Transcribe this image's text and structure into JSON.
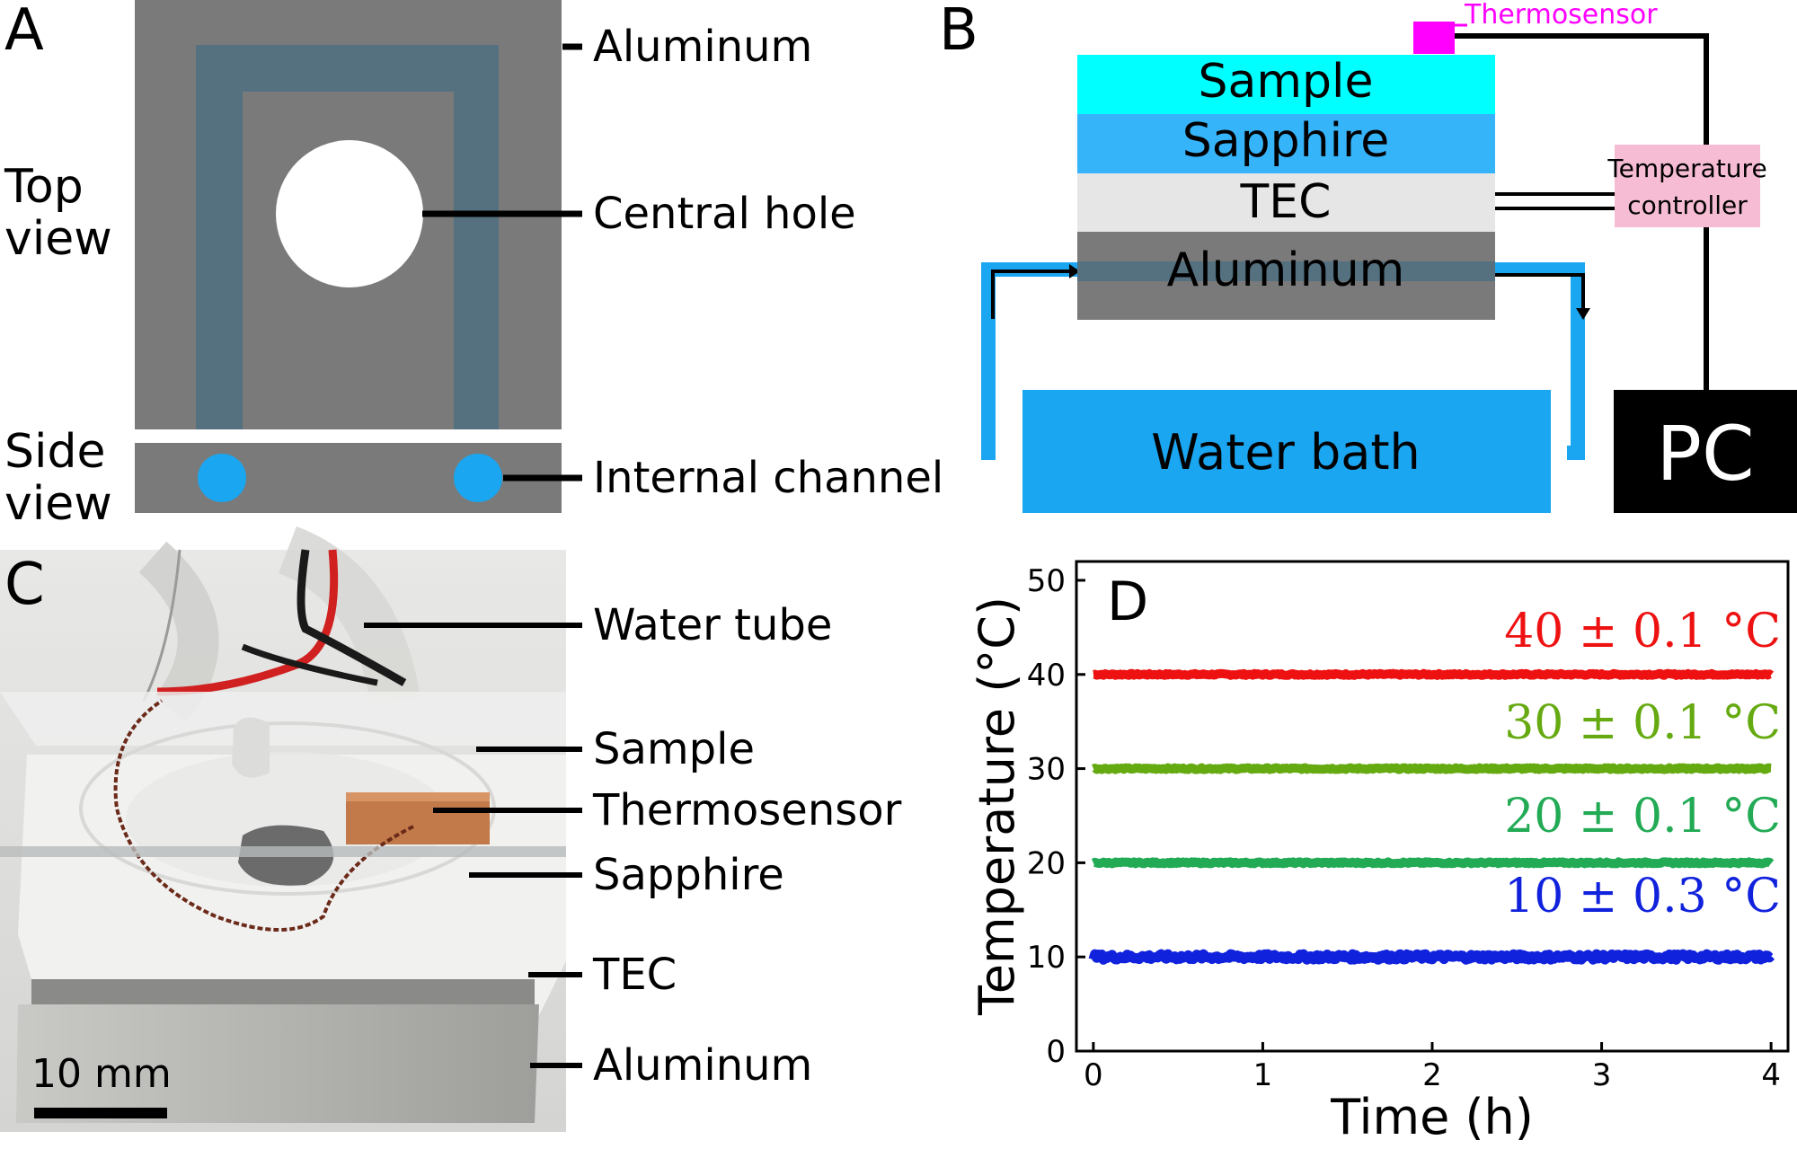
{
  "panel_a": {
    "letter": "A",
    "top_view": [
      "Top",
      "view"
    ],
    "side_view": [
      "Side",
      "view"
    ],
    "labels": {
      "aluminum": "Aluminum",
      "central_hole": "Central hole",
      "internal_channel": "Internal channel"
    }
  },
  "panel_b": {
    "letter": "B",
    "layers": {
      "sample": "Sample",
      "sapphire": "Sapphire",
      "tec": "TEC",
      "aluminum": "Aluminum"
    },
    "thermosensor": "Thermosensor",
    "controller": [
      "Temperature",
      "controller"
    ],
    "water_bath": "Water bath",
    "pc": "PC",
    "colors": {
      "sample": "#00FFFF",
      "sapphire": "#36B4FA",
      "tec": "#E6E6E6",
      "aluminum": "#7A7A7A",
      "water": "#1AA6F0",
      "thermosensor": "#FF00FF",
      "controller": "#F5BCD3",
      "pc": "#000000"
    }
  },
  "panel_c": {
    "letter": "C",
    "labels": {
      "water_tube": "Water tube",
      "sample": "Sample",
      "thermosensor": "Thermosensor",
      "sapphire": "Sapphire",
      "tec": "TEC",
      "aluminum": "Aluminum"
    },
    "scale_bar": "10 mm"
  },
  "panel_d": {
    "letter": "D",
    "annotations": [
      "40 ± 0.1 °C",
      "30 ± 0.1 °C",
      "20 ± 0.1 °C",
      "10 ± 0.3 °C"
    ]
  },
  "chart_data": {
    "type": "line",
    "xlabel": "Time (h)",
    "ylabel": "Temperature (°C)",
    "xlim": [
      -0.1,
      4.1
    ],
    "ylim": [
      0,
      52
    ],
    "xticks": [
      "0",
      "1",
      "2",
      "3",
      "4"
    ],
    "yticks": [
      "0",
      "10",
      "20",
      "30",
      "40",
      "50"
    ],
    "x": [
      0,
      4
    ],
    "series": [
      {
        "values": [
          40,
          40
        ],
        "noise": 0.1,
        "color": "#EE1111"
      },
      {
        "values": [
          30,
          30
        ],
        "noise": 0.1,
        "color": "#66AA11"
      },
      {
        "values": [
          20,
          20
        ],
        "noise": 0.1,
        "color": "#22AA55"
      },
      {
        "values": [
          10,
          10
        ],
        "noise": 0.3,
        "color": "#1122DD"
      }
    ],
    "grid": false
  }
}
